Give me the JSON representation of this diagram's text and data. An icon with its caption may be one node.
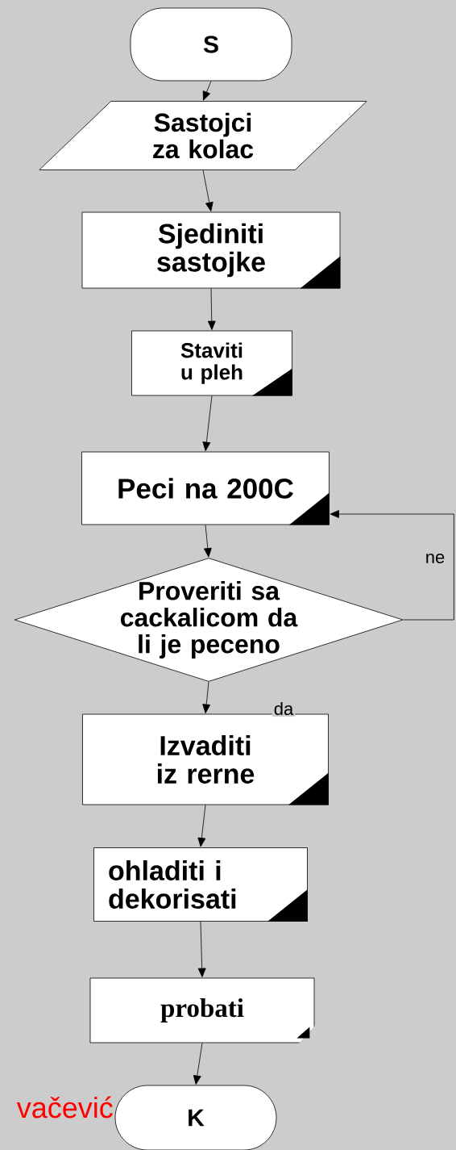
{
  "diagram": {
    "nodes": [
      {
        "text": [
          "S"
        ]
      },
      {
        "text": [
          "Sastojci za kolac"
        ]
      },
      {
        "text": [
          "Sjediniti sastojke"
        ]
      },
      {
        "text": [
          "Staviti u pleh"
        ]
      },
      {
        "text": [
          "Peci na 200C"
        ]
      },
      {
        "text": [
          "Proveriti sa cackalicom da li je peceno"
        ]
      },
      {
        "text": [
          "Izvaditi iz rerne"
        ]
      },
      {
        "text": [
          "ohladiti i dekorisati"
        ]
      },
      {
        "text": [
          "probati"
        ]
      },
      {
        "text": [
          "K"
        ]
      }
    ],
    "edges": [
      {
        "from": 0,
        "to": 1,
        "arrow": "to"
      },
      {
        "from": 1,
        "to": 2,
        "arrow": "to"
      },
      {
        "from": 2,
        "to": 3,
        "arrow": "to"
      },
      {
        "from": 3,
        "to": 4,
        "arrow": "to"
      },
      {
        "from": 4,
        "to": 5,
        "arrow": "to"
      },
      {
        "from": 5,
        "to": 6,
        "arrow": "to",
        "label": "da"
      },
      {
        "from": 6,
        "to": 7,
        "arrow": "to"
      },
      {
        "from": 7,
        "to": 8,
        "arrow": "to"
      },
      {
        "from": 8,
        "to": 9,
        "arrow": "to"
      },
      {
        "from": 5,
        "to": 4,
        "arrow": "to",
        "label": "ne"
      }
    ],
    "labels": [
      "vačević"
    ]
  }
}
